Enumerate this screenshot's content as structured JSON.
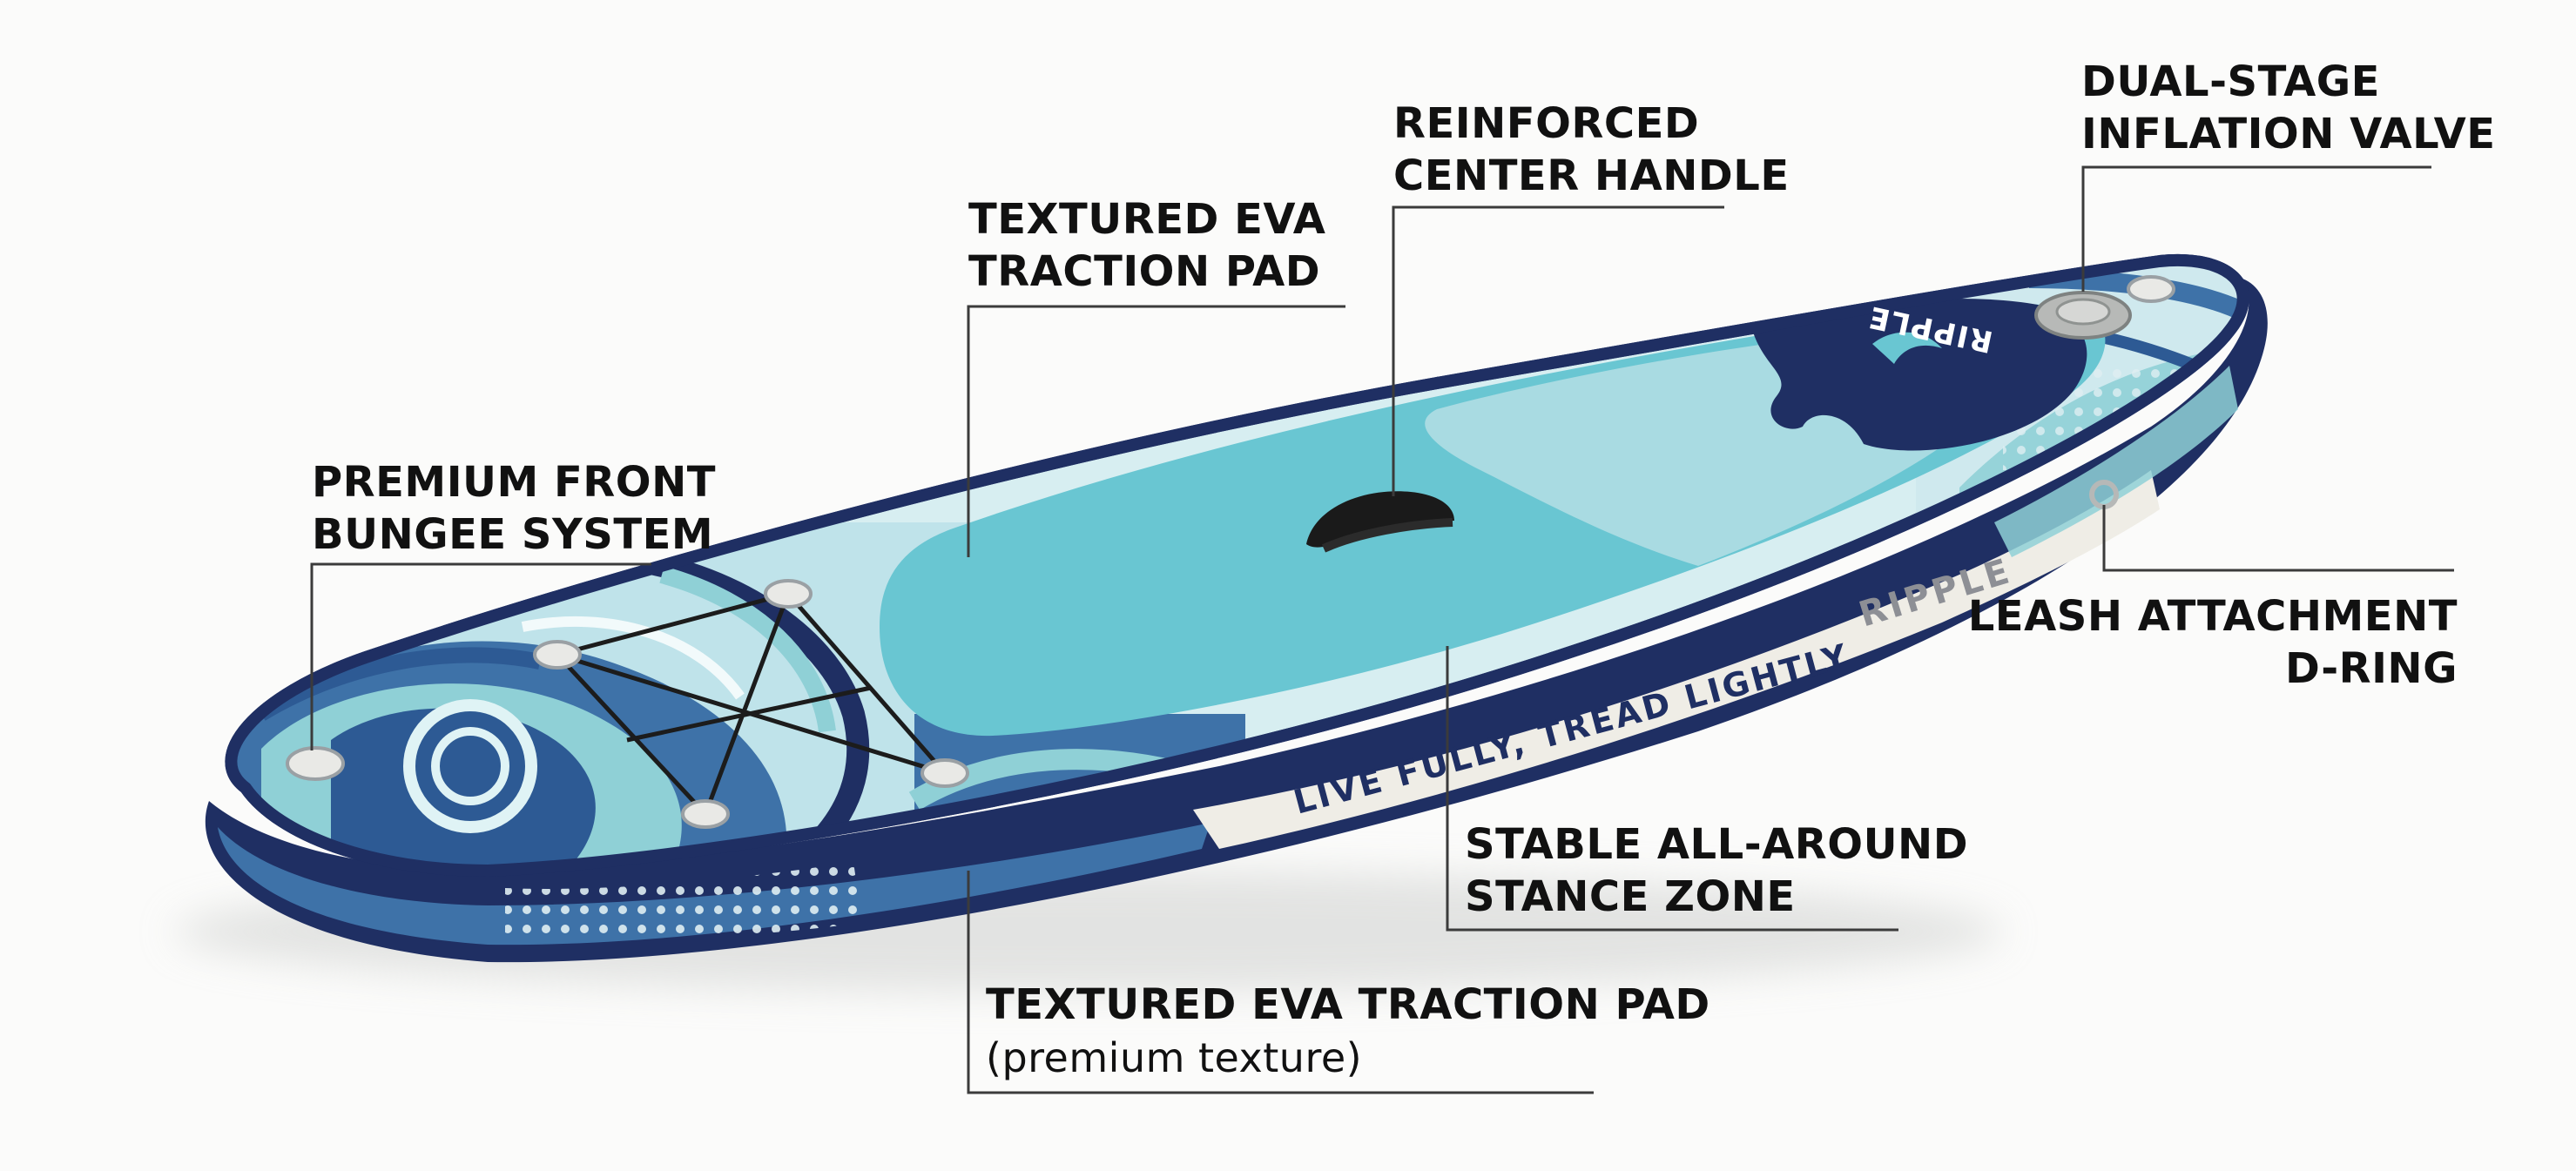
{
  "board": {
    "brand_logo": "RIPPLE",
    "brand_rail": "RIPPLE",
    "slogan": "LIVE FULLY, TREAD LIGHTLY"
  },
  "callouts": {
    "dual_stage_valve": {
      "line1": "DUAL-STAGE",
      "line2": "INFLATION VALVE"
    },
    "center_handle": {
      "line1": "REINFORCED",
      "line2": "CENTER HANDLE"
    },
    "traction_pad_top": {
      "line1": "TEXTURED EVA",
      "line2": "TRACTION PAD"
    },
    "front_bungee": {
      "line1": "PREMIUM FRONT",
      "line2": "BUNGEE SYSTEM"
    },
    "leash_ring": {
      "line1": "LEASH ATTACHMENT",
      "line2": "D-RING"
    },
    "stance_zone": {
      "line1": "STABLE ALL-AROUND",
      "line2": "STANCE ZONE"
    },
    "traction_pad_bottom": {
      "line1": "TEXTURED EVA TRACTION PAD",
      "line2": "(premium texture)"
    }
  },
  "colors": {
    "navy": "#1f2f63",
    "deck_teal": "#69c6d2",
    "deck_light": "#a9dbe2",
    "pattern_blue": "#3e72a8",
    "pattern_aqua": "#8fd0d6",
    "rail_cream": "#efede6",
    "leader_line": "#444444"
  }
}
